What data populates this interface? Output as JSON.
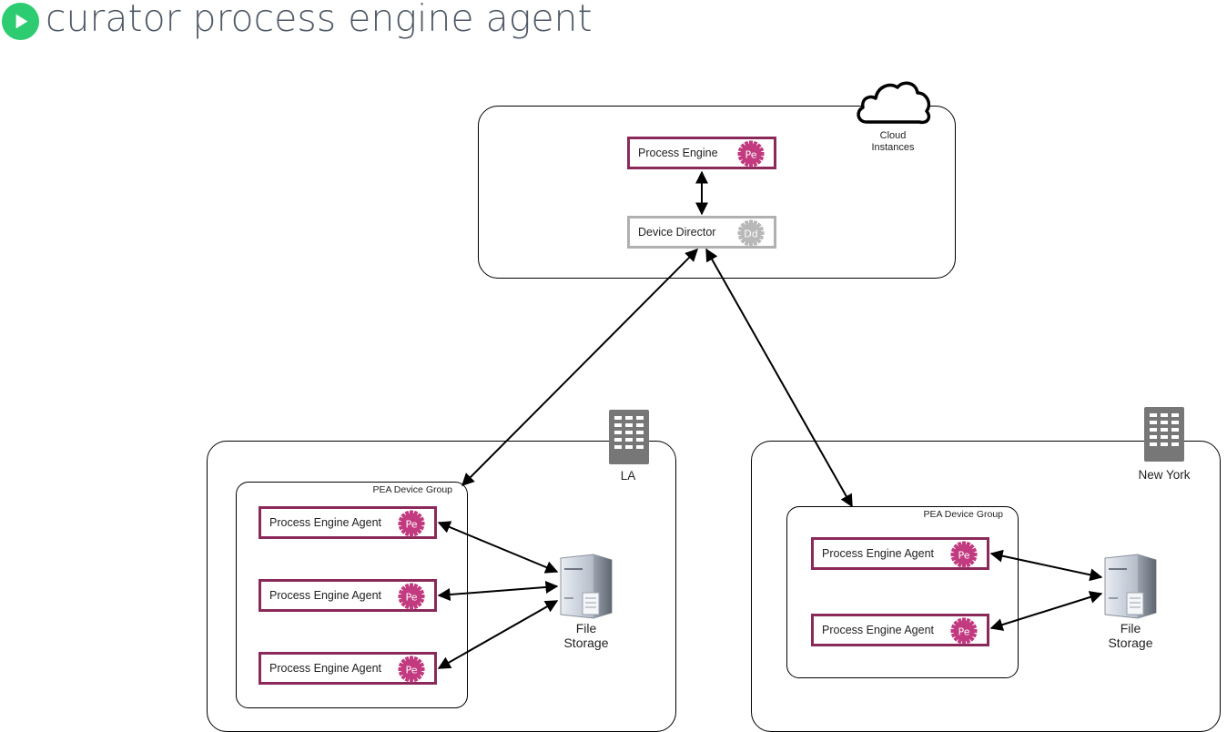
{
  "title": "curator process engine agent",
  "colors": {
    "accent": "#2ecc71",
    "node_border": "#8b2a5a",
    "gear": "#c23a7f",
    "gray_border": "#b0b0b0"
  },
  "icons": {
    "title": "play-icon",
    "cloud": "cloud-icon",
    "building": "building-icon",
    "server": "server-icon",
    "gear": "gear-icon"
  },
  "cloud": {
    "label_line1": "Cloud",
    "label_line2": "Instances",
    "process_engine": {
      "label": "Process Engine",
      "badge": "Pe"
    },
    "device_director": {
      "label": "Device Director",
      "badge": "Dd"
    }
  },
  "la": {
    "location": "LA",
    "group_label": "PEA Device Group",
    "agents": [
      {
        "label": "Process Engine Agent",
        "badge": "Pe"
      },
      {
        "label": "Process Engine Agent",
        "badge": "Pe"
      },
      {
        "label": "Process Engine Agent",
        "badge": "Pe"
      }
    ],
    "storage_line1": "File",
    "storage_line2": "Storage"
  },
  "ny": {
    "location": "New York",
    "group_label": "PEA Device Group",
    "agents": [
      {
        "label": "Process Engine Agent",
        "badge": "Pe"
      },
      {
        "label": "Process Engine Agent",
        "badge": "Pe"
      }
    ],
    "storage_line1": "File",
    "storage_line2": "Storage"
  }
}
